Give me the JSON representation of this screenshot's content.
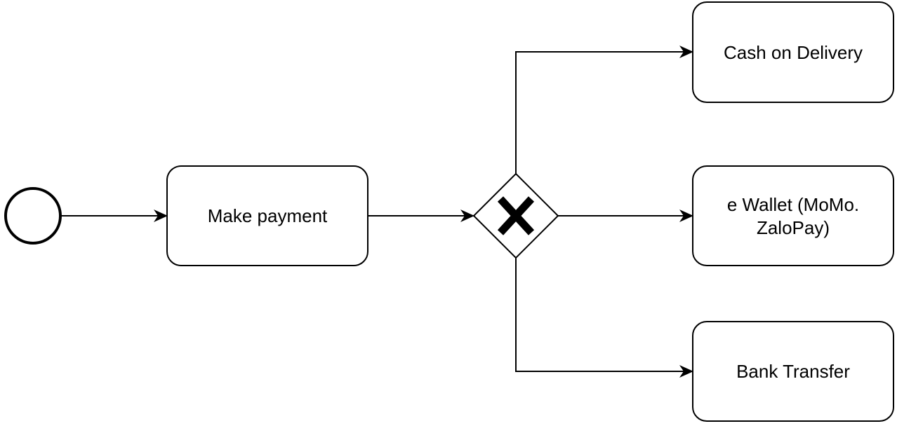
{
  "diagram": {
    "notation": "BPMN",
    "start_event": {
      "type": "start-event"
    },
    "gateway": {
      "type": "exclusive",
      "marker": "X"
    },
    "tasks": {
      "make_payment": "Make payment",
      "cash_on_delivery": "Cash on Delivery",
      "e_wallet_line1": "e Wallet (MoMo.",
      "e_wallet_line2": "ZaloPay)",
      "bank_transfer": "Bank Transfer"
    },
    "flows": [
      {
        "from": "start-event",
        "to": "Make payment"
      },
      {
        "from": "Make payment",
        "to": "exclusive-gateway"
      },
      {
        "from": "exclusive-gateway",
        "to": "Cash on Delivery"
      },
      {
        "from": "exclusive-gateway",
        "to": "e Wallet (MoMo. ZaloPay)"
      },
      {
        "from": "exclusive-gateway",
        "to": "Bank Transfer"
      }
    ]
  }
}
